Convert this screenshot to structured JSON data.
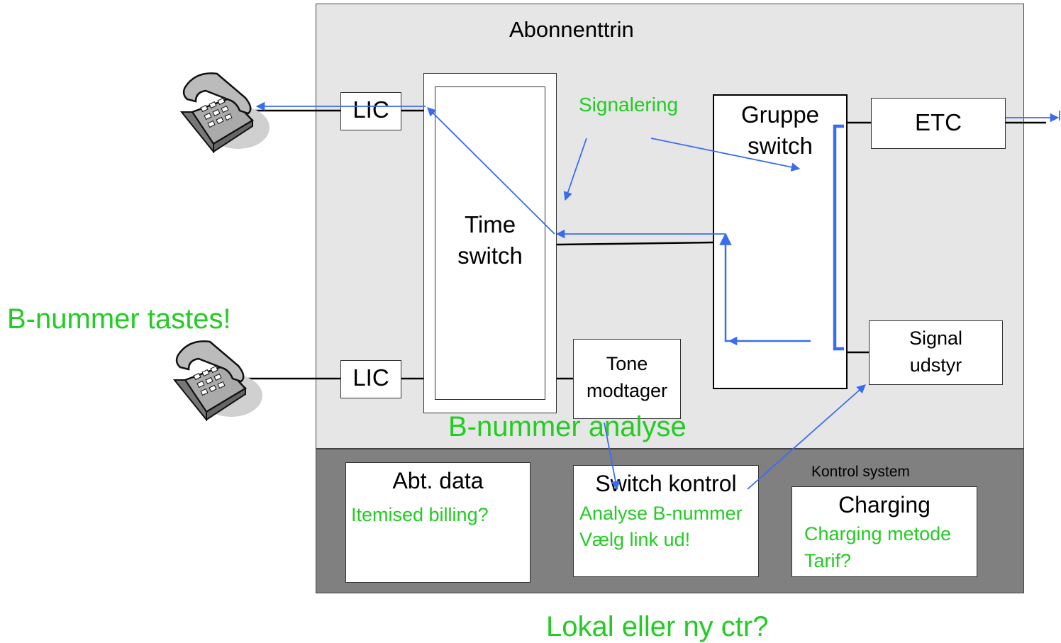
{
  "exchange": {
    "title": "Abonnenttrin",
    "control_label": "Kontrol system"
  },
  "blocks": {
    "lic_top": "LIC",
    "lic_bottom": "LIC",
    "time_switch_line1": "Time",
    "time_switch_line2": "switch",
    "group_switch_line1": "Gruppe",
    "group_switch_line2": "switch",
    "etc": "ETC",
    "signal_line1": "Signal",
    "signal_line2": "udstyr",
    "tone_line1": "Tone",
    "tone_line2": "modtager"
  },
  "control": {
    "abt_title": "Abt. data",
    "abt_note": "Itemised billing?",
    "switch_title": "Switch kontrol",
    "switch_note1": "Analyse B-nummer",
    "switch_note2": "Vælg link ud!",
    "charging_title": "Charging",
    "charging_note1": "Charging metode",
    "charging_note2": "Tarif?"
  },
  "annotations": {
    "signalering": "Signalering",
    "b_nummer_tastes": "B-nummer tastes!",
    "b_nummer_analyse": "B-nummer analyse",
    "lokal": "Lokal eller ny ctr?"
  },
  "colors": {
    "annotation_green": "#22cc22",
    "signal_blue": "#3a6cf0",
    "exchange_bg": "#e6e6e6",
    "control_bg": "#808080"
  },
  "icons": [
    "telephone-icon",
    "telephone-icon"
  ]
}
